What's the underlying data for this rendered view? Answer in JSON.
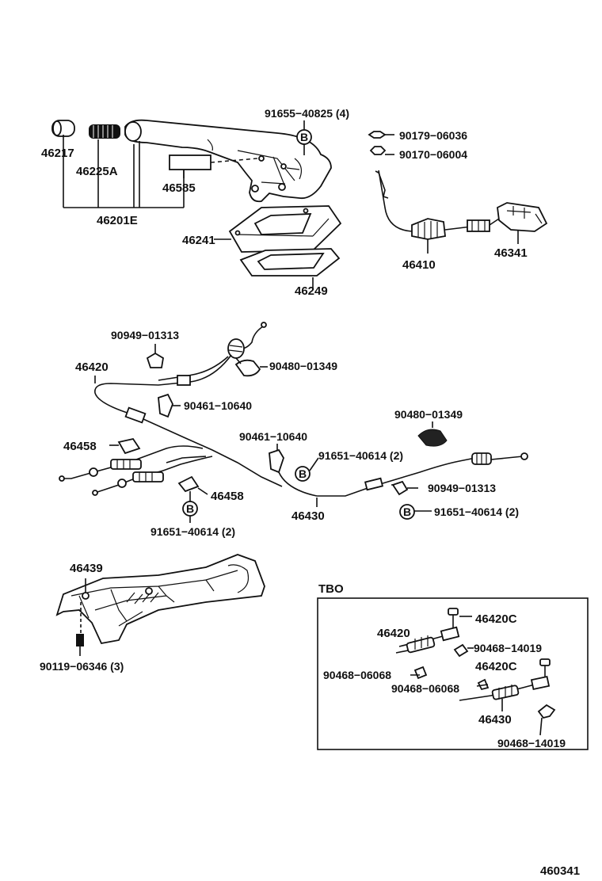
{
  "labels": {
    "p46217": "46217",
    "p46225A": "46225A",
    "p46585": "46585",
    "p46201E": "46201E",
    "p91655": "91655−40825 (4)",
    "p90179": "90179−06036",
    "p90170": "90170−06004",
    "p46241": "46241",
    "p46249": "46249",
    "p46410": "46410",
    "p46341": "46341",
    "p90949a": "90949−01313",
    "p46420": "46420",
    "p90480a": "90480−01349",
    "p90461a": "90461−10640",
    "p90480b": "90480−01349",
    "p46458a": "46458",
    "p90461b": "90461−10640",
    "p91651a": "91651−40614 (2)",
    "p46458b": "46458",
    "p90949b": "90949−01313",
    "p91651b": "91651−40614 (2)",
    "p91651c": "91651−40614 (2)",
    "p46430": "46430",
    "p46439": "46439",
    "p90119": "90119−06346 (3)",
    "tbo_title": "TBO",
    "tbo_46420C_a": "46420C",
    "tbo_46420": "46420",
    "tbo_90468_14019_a": "90468−14019",
    "tbo_46420C_b": "46420C",
    "tbo_90468_06068_a": "90468−06068",
    "tbo_90468_06068_b": "90468−06068",
    "tbo_46430": "46430",
    "tbo_90468_14019_b": "90468−14019",
    "figure_no": "460341"
  },
  "callout_letter": "B"
}
